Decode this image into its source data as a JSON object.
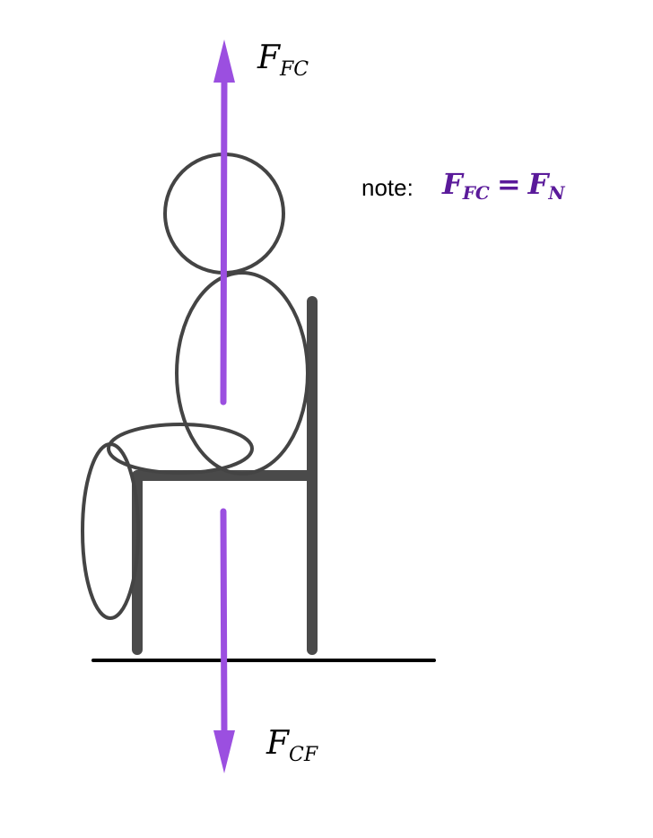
{
  "labels": {
    "force_up": {
      "main": "F",
      "sub": "FC"
    },
    "force_down": {
      "main": "F",
      "sub": "CF"
    }
  },
  "note": {
    "prefix": "note:",
    "lhs_main": "F",
    "lhs_sub": "FC",
    "equals": "=",
    "rhs_main": "F",
    "rhs_sub": "N"
  },
  "colors": {
    "arrow": "#9b4fe0",
    "figure": "#444444",
    "chair": "#4a4a4a",
    "ground": "#000000",
    "note_equation": "#5a1a9a",
    "note_text": "#000000"
  }
}
